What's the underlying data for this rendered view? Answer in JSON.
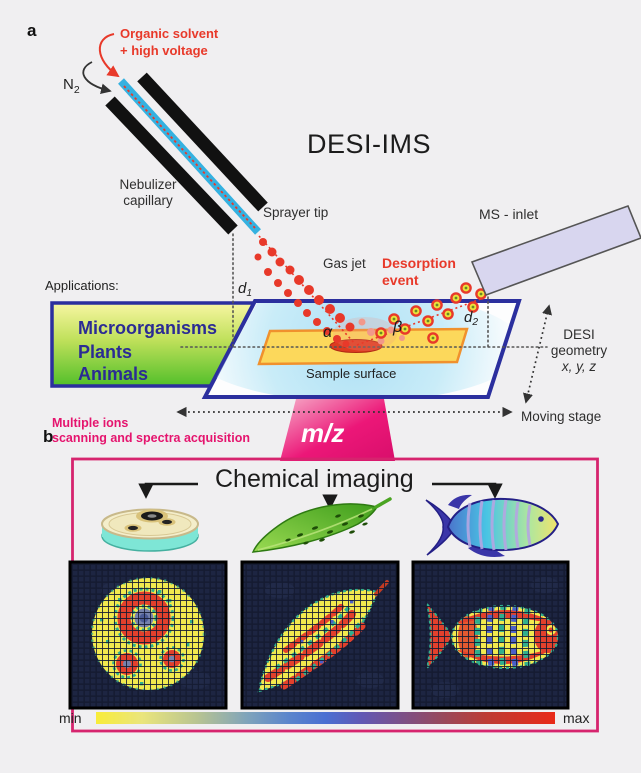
{
  "panel_a": {
    "tag": "a",
    "title": "DESI-IMS",
    "solvent_line1": "Organic solvent",
    "solvent_line2": "+ high voltage",
    "n2_base": "N",
    "n2_sub": "2",
    "nebulizer_line1": "Nebulizer",
    "nebulizer_line2": "capillary",
    "sprayer_tip": "Sprayer tip",
    "ms_inlet": "MS - inlet",
    "gas_jet": "Gas jet",
    "desorption_line1": "Desorption",
    "desorption_line2": "event",
    "applications_heading": "Applications:",
    "applications": [
      "Microorganisms",
      "Plants",
      "Animals"
    ],
    "d1_base": "d",
    "d1_sub": "1",
    "d2_base": "d",
    "d2_sub": "2",
    "alpha": "α",
    "beta": "β",
    "sample_surface": "Sample surface",
    "geometry_line1": "DESI",
    "geometry_line2": "geometry",
    "geometry_line3": "x, y, z",
    "moving_stage": "Moving stage"
  },
  "mz": "m/z",
  "panel_b": {
    "tag": "b",
    "caption_line1": "Multiple ions",
    "caption_line2": "scanning and spectra acquisition",
    "title": "Chemical imaging",
    "specimens": [
      "petri-dish",
      "leaf",
      "fish"
    ],
    "colorbar_min": "min",
    "colorbar_max": "max"
  },
  "colors": {
    "accent_red": "#e8392a",
    "accent_magenta": "#e5146e",
    "navy_border": "#2b2f9e",
    "capillary_cyan": "#35b1e0",
    "ms_inlet_fill": "#d8d6ef",
    "sample_yellow": "#fcd85b",
    "image_panel_navy": "#151b32",
    "image_yellow": "#f2e94e",
    "image_teal": "#2fae8e",
    "image_blue": "#4a5fc9"
  }
}
